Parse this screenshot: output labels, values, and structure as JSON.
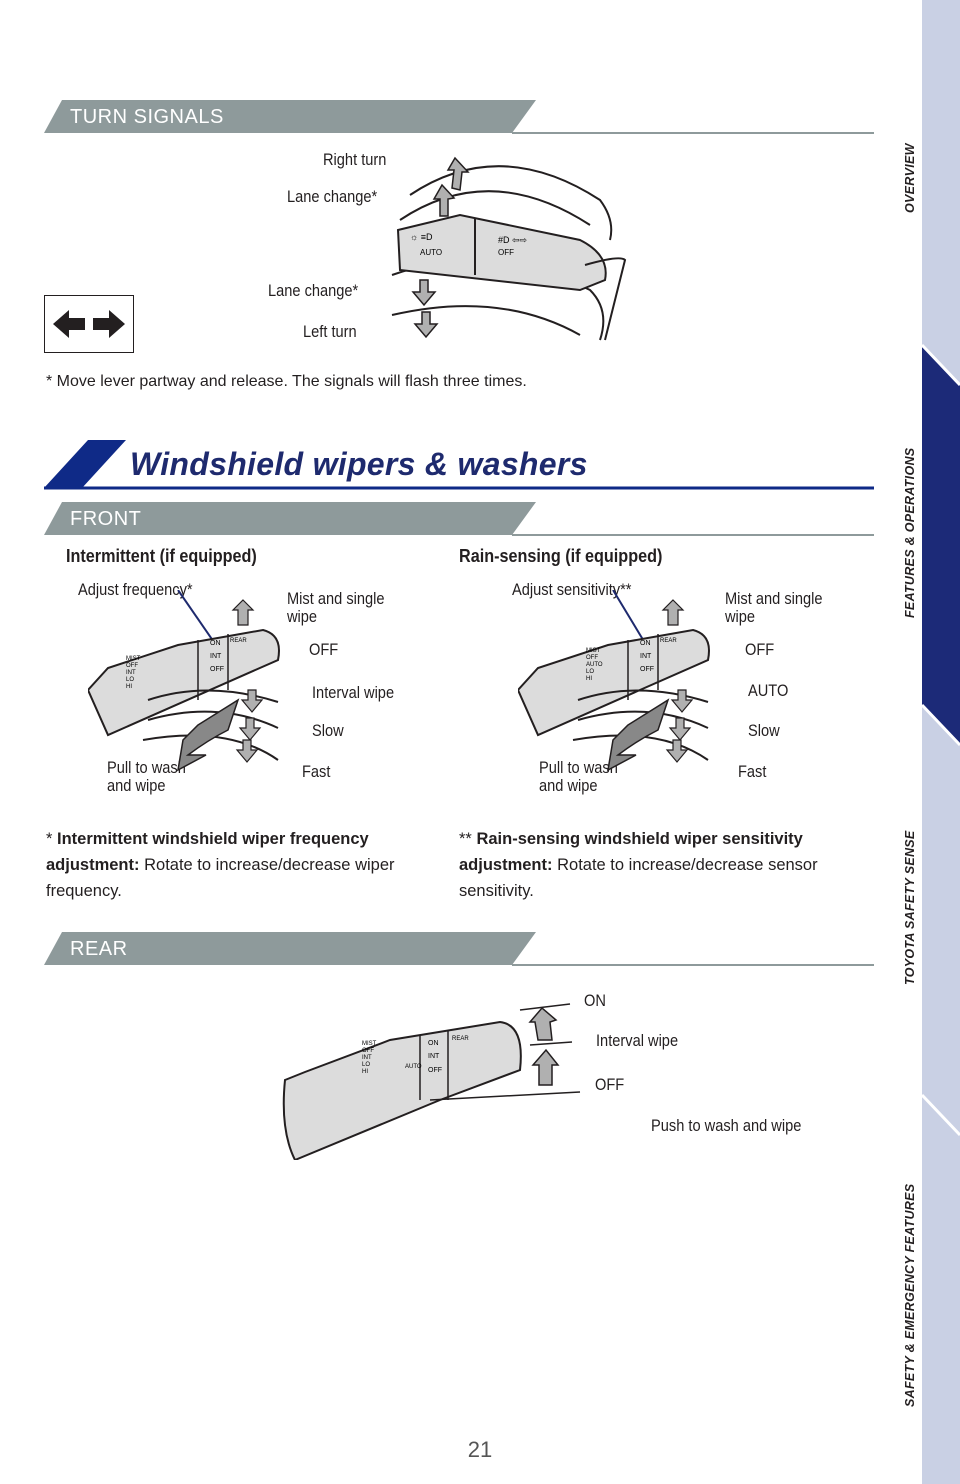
{
  "sections": {
    "turn_signals": "TURN SIGNALS",
    "front": "FRONT",
    "rear": "REAR"
  },
  "title": "Windshield wipers & washers",
  "turn": {
    "right_turn": "Right turn",
    "lane_change_up": "Lane change*",
    "lane_change_down": "Lane change*",
    "left_turn": "Left turn",
    "note": "* Move lever partway and release. The signals will flash three times."
  },
  "intermittent": {
    "heading": "Intermittent (if equipped)",
    "adjust": "Adjust frequency*",
    "mist": "Mist and single wipe",
    "off": "OFF",
    "interval": "Interval wipe",
    "slow": "Slow",
    "fast": "Fast",
    "wash": "Pull to wash and wipe",
    "foot_star": "*",
    "foot_bold": "Intermittent windshield wiper frequency adjustment:",
    "foot_text": "Rotate to increase/decrease wiper frequency."
  },
  "rain": {
    "heading": "Rain-sensing (if equipped)",
    "adjust": "Adjust sensitivity**",
    "mist": "Mist and single wipe",
    "off": "OFF",
    "auto": "AUTO",
    "slow": "Slow",
    "fast": "Fast",
    "wash": "Pull to wash and wipe",
    "foot_star": "**",
    "foot_bold": "Rain-sensing windshield wiper sensitivity adjustment:",
    "foot_text": "Rotate to increase/decrease sensor sensitivity."
  },
  "rear": {
    "on": "ON",
    "interval": "Interval wipe",
    "off": "OFF",
    "push": "Push to wash and wipe"
  },
  "sidebar": [
    "OVERVIEW",
    "FEATURES & OPERATIONS",
    "TOYOTA SAFETY SENSE",
    "SAFETY & EMERGENCY FEATURES"
  ],
  "page_number": "21",
  "colors": {
    "section_bar": "#8e9a9b",
    "title": "#1e2a6e",
    "accent": "#0f2a87",
    "sidebar": "#c9d0e4",
    "sidebar_active": "#1c2a78"
  }
}
